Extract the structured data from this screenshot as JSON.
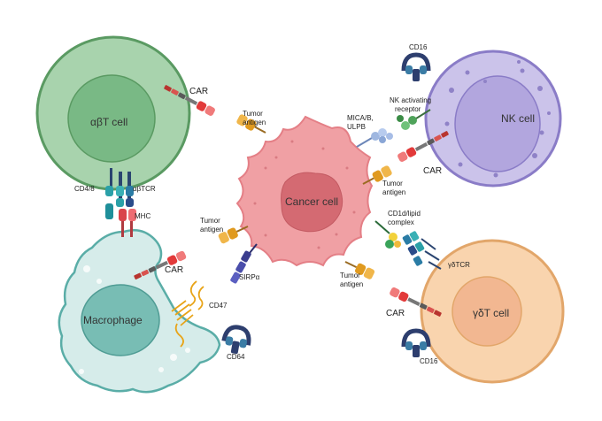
{
  "cells": {
    "abt": "αβT cell",
    "nk": "NK cell",
    "cancer": "Cancer cell",
    "macrophage": "Macrophage",
    "gdt": "γδT cell"
  },
  "labels": {
    "car_top": "CAR",
    "tumor_antigen_top_1": "Tumor",
    "tumor_antigen_top_2": "antigen",
    "cd16_top": "CD16",
    "nk_receptor_1": "NK activating",
    "nk_receptor_2": "receptor",
    "mica_1": "MICA/B,",
    "mica_2": "ULPB",
    "car_nk": "CAR",
    "tumor_antigen_nk_1": "Tumor",
    "tumor_antigen_nk_2": "antigen",
    "cd48": "CD4/8",
    "abtcr": "αβTCR",
    "mhc": "MHC",
    "tumor_antigen_mac_1": "Tumor",
    "tumor_antigen_mac_2": "antigen",
    "car_mac": "CAR",
    "sirpa": "SIRPα",
    "cd47": "CD47",
    "cd64": "CD64",
    "cd1d_1": "CD1d/lipid",
    "cd1d_2": "complex",
    "gdtcr": "γδTCR",
    "tumor_antigen_gdt_1": "Tumor",
    "tumor_antigen_gdt_2": "antigen",
    "car_gdt": "CAR",
    "cd16_bottom": "CD16"
  },
  "colors": {
    "abt_outer": "#a8d3ad",
    "abt_border": "#5a9a62",
    "abt_nucleus": "#79b985",
    "nk_outer": "#cbc3ea",
    "nk_border": "#8a7cc7",
    "nk_nucleus": "#b2a6de",
    "cancer": "#f0a0a4",
    "cancer_nucleus": "#d46a72",
    "mac_outer": "#d6ecea",
    "mac_border": "#5aada7",
    "mac_nucleus": "#78bdb4",
    "gdt_outer": "#f9d4ae",
    "gdt_border": "#e2a66a",
    "gdt_nucleus": "#f2b791"
  }
}
